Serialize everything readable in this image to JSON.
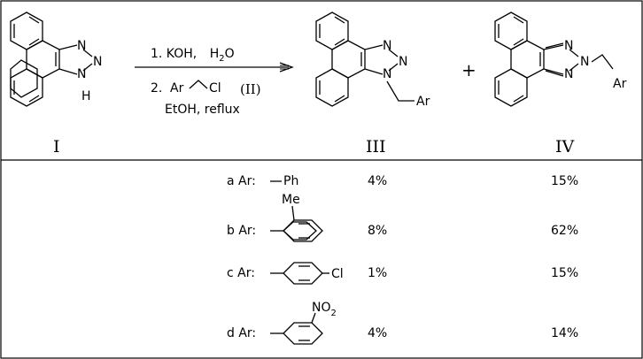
{
  "conditions": {
    "step1_prefix": "1. KOH,",
    "step1_reagent": "H",
    "step1_sub": "2",
    "step1_suffix": "O",
    "step2_num": "2.",
    "step2_ar": "Ar",
    "step2_cl": "Cl",
    "step2_ref": "(II)",
    "step3": "EtOH,  reflux"
  },
  "labels": {
    "sm": "I",
    "p1": "III",
    "p2": "IV",
    "plus": "+"
  },
  "atoms": {
    "N": "N",
    "H": "H",
    "Ar": "Ar",
    "Me": "Me",
    "Cl": "Cl",
    "NO": "NO",
    "NO_sub": "2"
  },
  "table": {
    "rows": [
      {
        "prefix": "a Ar:",
        "sub": "Ph",
        "iii": "4%",
        "iv": "15%"
      },
      {
        "prefix": "b Ar:",
        "iii": "8%",
        "iv": "62%"
      },
      {
        "prefix": "c Ar:",
        "iii": "1%",
        "iv": "15%"
      },
      {
        "prefix": "d Ar:",
        "iii": "4%",
        "iv": "14%"
      }
    ]
  }
}
